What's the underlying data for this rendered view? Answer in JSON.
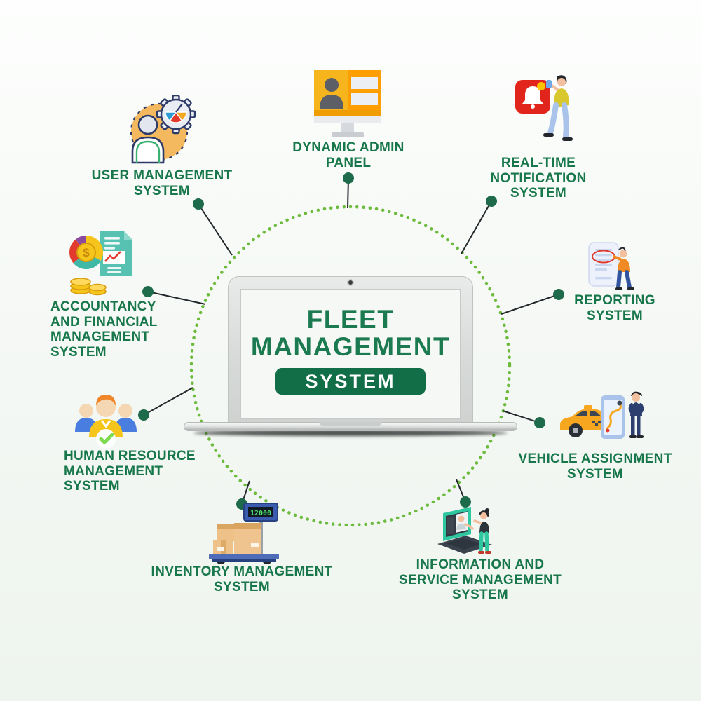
{
  "center": {
    "title_line1": "FLEET",
    "title_line2": "MANAGEMENT",
    "badge": "SYSTEM"
  },
  "modules": [
    {
      "id": "user-management",
      "icon": "user-management-icon",
      "lines": [
        "USER MANAGEMENT",
        "SYSTEM"
      ]
    },
    {
      "id": "dynamic-admin-panel",
      "icon": "admin-panel-monitor-icon",
      "lines": [
        "DYNAMIC ADMIN",
        "PANEL"
      ]
    },
    {
      "id": "realtime-notification",
      "icon": "notification-bell-icon",
      "lines": [
        "REAL-TIME",
        "NOTIFICATION",
        "SYSTEM"
      ]
    },
    {
      "id": "reporting",
      "icon": "report-scroll-icon",
      "lines": [
        "REPORTING",
        "SYSTEM"
      ]
    },
    {
      "id": "vehicle-assignment",
      "icon": "taxi-map-icon",
      "lines": [
        "VEHICLE ASSIGNMENT",
        "SYSTEM"
      ]
    },
    {
      "id": "information-service",
      "icon": "service-laptop-icon",
      "lines": [
        "INFORMATION AND",
        "SERVICE MANAGEMENT",
        "SYSTEM"
      ]
    },
    {
      "id": "inventory",
      "icon": "warehouse-scale-icon",
      "lines": [
        "INVENTORY MANAGEMENT",
        "SYSTEM"
      ]
    },
    {
      "id": "human-resource",
      "icon": "team-check-icon",
      "lines": [
        "HUMAN RESOURCE",
        "MANAGEMENT",
        "SYSTEM"
      ]
    },
    {
      "id": "accountancy",
      "icon": "finance-pie-coins-icon",
      "lines": [
        "ACCOUNTANCY",
        "AND FINANCIAL",
        "MANAGEMENT",
        "SYSTEM"
      ]
    }
  ],
  "icon_text": {
    "dollar_sign": "$",
    "scale_display": "12000"
  },
  "colors": {
    "label_green": "#17774a",
    "title_green": "#1b7a50",
    "badge_green": "#116e47",
    "badge_text": "#ffffff",
    "circle_green": "#6cbb3c",
    "connector_line": "#23282c",
    "connector_dot": "#1d6b4a"
  }
}
